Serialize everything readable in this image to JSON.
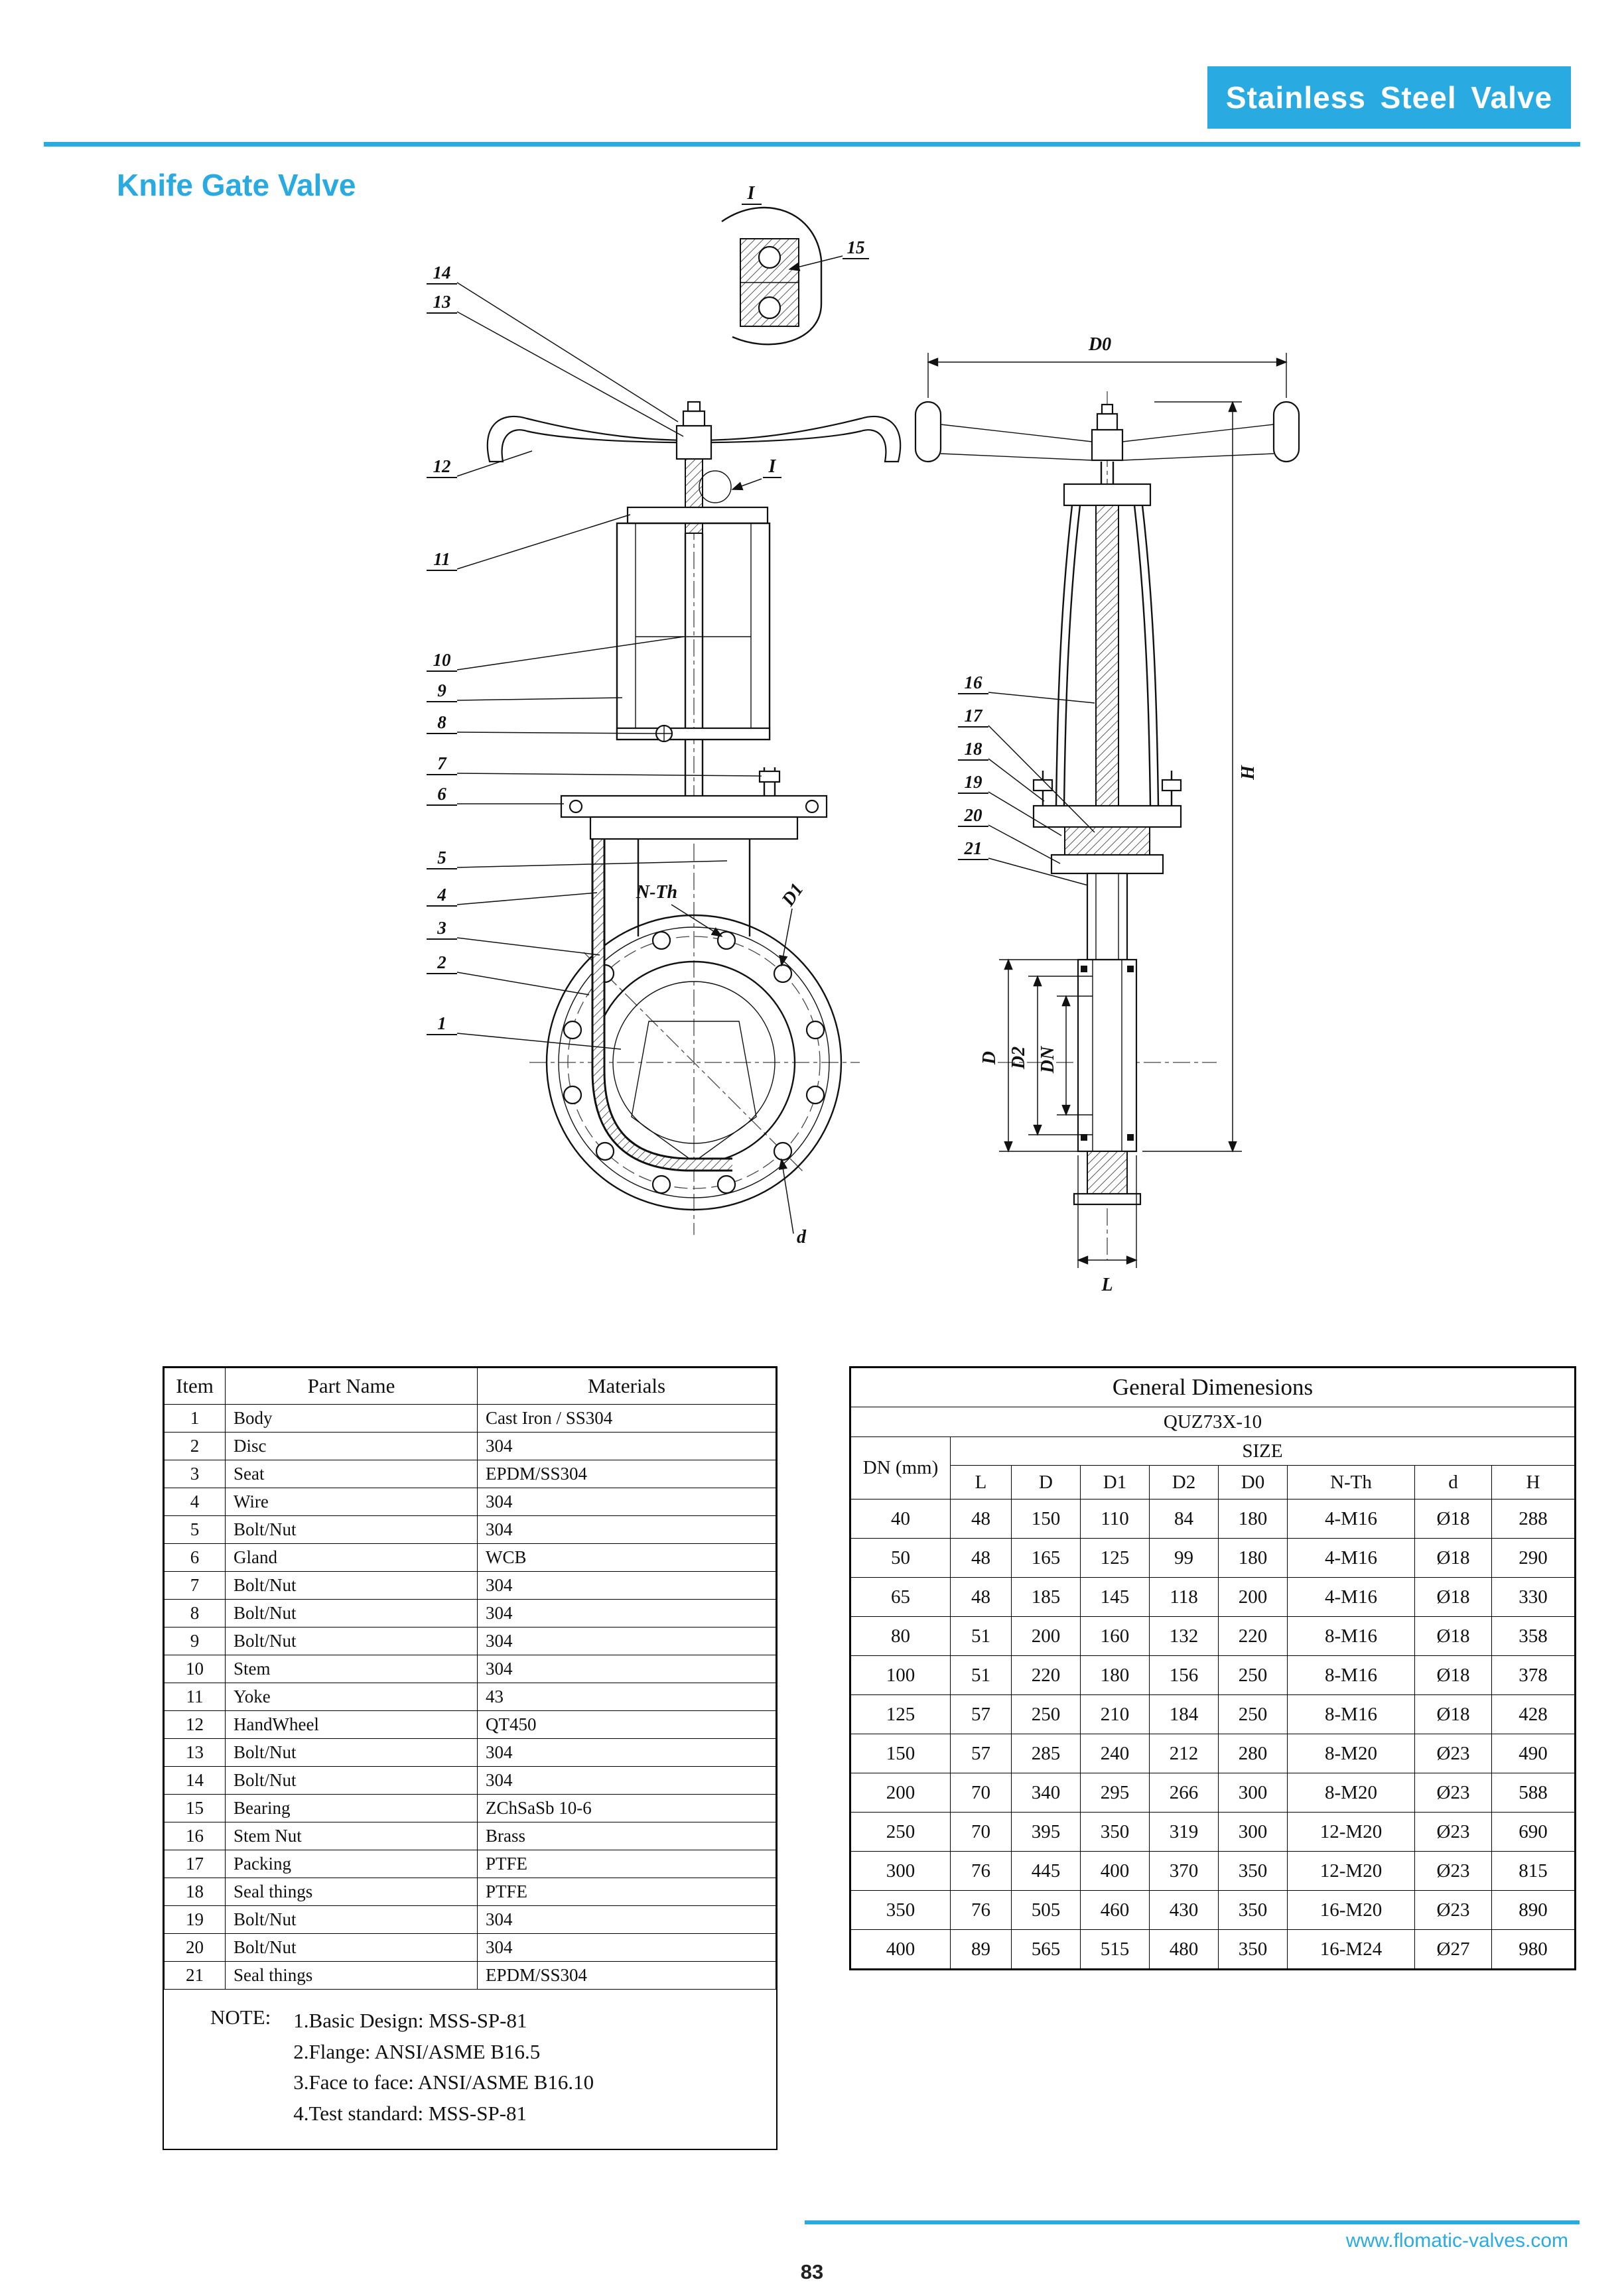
{
  "page": {
    "banner": "Stainless Steel Valve",
    "title": "Knife Gate Valve",
    "footer_url": "www.flomatic-valves.com",
    "page_number": "83",
    "accent_color": "#29ABE2"
  },
  "diagram": {
    "detail_label": "I",
    "section_label": "I",
    "callout_15": "15",
    "callouts_left": [
      "14",
      "13",
      "12",
      "11",
      "10",
      "9",
      "8",
      "7",
      "6",
      "5",
      "4",
      "3",
      "2",
      "1"
    ],
    "callouts_right": [
      "16",
      "17",
      "18",
      "19",
      "20",
      "21"
    ],
    "dims": {
      "d0": "D0",
      "h": "H",
      "d": "D",
      "d2": "D2",
      "dn": "DN",
      "l": "L",
      "d_small": "d",
      "n_th": "N-Th",
      "d1": "D1"
    }
  },
  "parts_table": {
    "headers": [
      "Item",
      "Part Name",
      "Materials"
    ],
    "rows": [
      [
        "1",
        "Body",
        "Cast Iron / SS304"
      ],
      [
        "2",
        "Disc",
        "304"
      ],
      [
        "3",
        "Seat",
        "EPDM/SS304"
      ],
      [
        "4",
        "Wire",
        "304"
      ],
      [
        "5",
        "Bolt/Nut",
        "304"
      ],
      [
        "6",
        "Gland",
        "WCB"
      ],
      [
        "7",
        "Bolt/Nut",
        "304"
      ],
      [
        "8",
        "Bolt/Nut",
        "304"
      ],
      [
        "9",
        "Bolt/Nut",
        "304"
      ],
      [
        "10",
        "Stem",
        "304"
      ],
      [
        "11",
        "Yoke",
        "43"
      ],
      [
        "12",
        "HandWheel",
        "QT450"
      ],
      [
        "13",
        "Bolt/Nut",
        "304"
      ],
      [
        "14",
        "Bolt/Nut",
        "304"
      ],
      [
        "15",
        "Bearing",
        "ZChSaSb 10-6"
      ],
      [
        "16",
        "Stem Nut",
        "Brass"
      ],
      [
        "17",
        "Packing",
        "PTFE"
      ],
      [
        "18",
        "Seal things",
        "PTFE"
      ],
      [
        "19",
        "Bolt/Nut",
        "304"
      ],
      [
        "20",
        "Bolt/Nut",
        "304"
      ],
      [
        "21",
        "Seal things",
        "EPDM/SS304"
      ]
    ],
    "note": {
      "label": "NOTE:",
      "lines": [
        "1.Basic Design: MSS-SP-81",
        "2.Flange: ANSI/ASME B16.5",
        "3.Face to face: ANSI/ASME B16.10",
        "4.Test standard: MSS-SP-81"
      ]
    }
  },
  "dimensions_table": {
    "title": "General Dimenesions",
    "model": "QUZ73X-10",
    "size_label": "SIZE",
    "headers": [
      "DN (mm)",
      "L",
      "D",
      "D1",
      "D2",
      "D0",
      "N-Th",
      "d",
      "H"
    ],
    "rows": [
      [
        "40",
        "48",
        "150",
        "110",
        "84",
        "180",
        "4-M16",
        "Ø18",
        "288"
      ],
      [
        "50",
        "48",
        "165",
        "125",
        "99",
        "180",
        "4-M16",
        "Ø18",
        "290"
      ],
      [
        "65",
        "48",
        "185",
        "145",
        "118",
        "200",
        "4-M16",
        "Ø18",
        "330"
      ],
      [
        "80",
        "51",
        "200",
        "160",
        "132",
        "220",
        "8-M16",
        "Ø18",
        "358"
      ],
      [
        "100",
        "51",
        "220",
        "180",
        "156",
        "250",
        "8-M16",
        "Ø18",
        "378"
      ],
      [
        "125",
        "57",
        "250",
        "210",
        "184",
        "250",
        "8-M16",
        "Ø18",
        "428"
      ],
      [
        "150",
        "57",
        "285",
        "240",
        "212",
        "280",
        "8-M20",
        "Ø23",
        "490"
      ],
      [
        "200",
        "70",
        "340",
        "295",
        "266",
        "300",
        "8-M20",
        "Ø23",
        "588"
      ],
      [
        "250",
        "70",
        "395",
        "350",
        "319",
        "300",
        "12-M20",
        "Ø23",
        "690"
      ],
      [
        "300",
        "76",
        "445",
        "400",
        "370",
        "350",
        "12-M20",
        "Ø23",
        "815"
      ],
      [
        "350",
        "76",
        "505",
        "460",
        "430",
        "350",
        "16-M20",
        "Ø23",
        "890"
      ],
      [
        "400",
        "89",
        "565",
        "515",
        "480",
        "350",
        "16-M24",
        "Ø27",
        "980"
      ]
    ]
  }
}
